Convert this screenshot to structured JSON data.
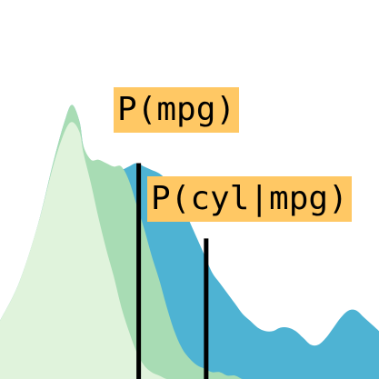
{
  "chart_data": {
    "type": "area",
    "title": "",
    "xlabel": "",
    "ylabel": "",
    "xlim": [
      0,
      100
    ],
    "ylim": [
      0,
      1
    ],
    "grid": false,
    "legend": "none",
    "series": [
      {
        "color": "#4eb3d3",
        "x": [
          0,
          5,
          10,
          14,
          17,
          19,
          21,
          22,
          24,
          26,
          28,
          30,
          32,
          34,
          36,
          38,
          40,
          42,
          44,
          46,
          48,
          50,
          52,
          54,
          56,
          58,
          60,
          62,
          64,
          66,
          68,
          70,
          72,
          74,
          76,
          78,
          80,
          82,
          84,
          86,
          88,
          90,
          92,
          94,
          96,
          98,
          100
        ],
        "values": [
          0.17,
          0.28,
          0.45,
          0.63,
          0.75,
          0.8,
          0.75,
          0.68,
          0.62,
          0.62,
          0.61,
          0.61,
          0.61,
          0.62,
          0.63,
          0.62,
          0.61,
          0.6,
          0.58,
          0.55,
          0.51,
          0.46,
          0.41,
          0.36,
          0.31,
          0.28,
          0.25,
          0.22,
          0.19,
          0.17,
          0.15,
          0.14,
          0.14,
          0.15,
          0.15,
          0.14,
          0.12,
          0.1,
          0.1,
          0.12,
          0.15,
          0.18,
          0.2,
          0.2,
          0.18,
          0.16,
          0.14
        ]
      },
      {
        "color": "#a8dcb4",
        "x": [
          0,
          5,
          10,
          14,
          17,
          19,
          21,
          22,
          24,
          26,
          28,
          30,
          32,
          34,
          36,
          38,
          40,
          42,
          44,
          46,
          48,
          50,
          52,
          54,
          56,
          58,
          60,
          62,
          64,
          66,
          68,
          70,
          72,
          74,
          76,
          78,
          80,
          82,
          84,
          86,
          88,
          90,
          92,
          94,
          96,
          98,
          100
        ],
        "values": [
          0.17,
          0.28,
          0.45,
          0.63,
          0.75,
          0.8,
          0.75,
          0.68,
          0.64,
          0.64,
          0.63,
          0.62,
          0.62,
          0.58,
          0.51,
          0.44,
          0.36,
          0.29,
          0.21,
          0.14,
          0.09,
          0.06,
          0.04,
          0.03,
          0.02,
          0.02,
          0.01,
          0.01,
          0.0,
          0.0,
          0.0,
          0.0,
          0.0,
          0.0,
          0.0,
          0.0,
          0.0,
          0.0,
          0.0,
          0.0,
          0.0,
          0.0,
          0.0,
          0.0,
          0.0,
          0.0,
          0.0
        ]
      },
      {
        "color": "#e0f3dc",
        "x": [
          0,
          5,
          10,
          14,
          17,
          19,
          21,
          22,
          24,
          26,
          28,
          30,
          32,
          34,
          36,
          38,
          40,
          42,
          44,
          46,
          48,
          50,
          52,
          54,
          56,
          58,
          60,
          62,
          64,
          66,
          68,
          70,
          72,
          74,
          76,
          78,
          80,
          82,
          84,
          86,
          88,
          90,
          92,
          94,
          96,
          98,
          100
        ],
        "values": [
          0.17,
          0.28,
          0.45,
          0.62,
          0.72,
          0.75,
          0.72,
          0.66,
          0.57,
          0.47,
          0.38,
          0.3,
          0.21,
          0.14,
          0.08,
          0.04,
          0.02,
          0.01,
          0.0,
          0.0,
          0.0,
          0.0,
          0.0,
          0.0,
          0.0,
          0.0,
          0.0,
          0.0,
          0.0,
          0.0,
          0.0,
          0.0,
          0.0,
          0.0,
          0.0,
          0.0,
          0.0,
          0.0,
          0.0,
          0.0,
          0.0,
          0.0,
          0.0,
          0.0,
          0.0,
          0.0,
          0.0
        ]
      }
    ],
    "markers": [
      {
        "x": 36.6,
        "y_top": 0.63,
        "color": "#000000"
      },
      {
        "x": 54.4,
        "y_top": 0.41,
        "color": "#000000"
      }
    ],
    "annotations": [
      {
        "text": "P(mpg)"
      },
      {
        "text": "P(cyl|mpg)"
      }
    ],
    "label_color": "#ffc864"
  }
}
